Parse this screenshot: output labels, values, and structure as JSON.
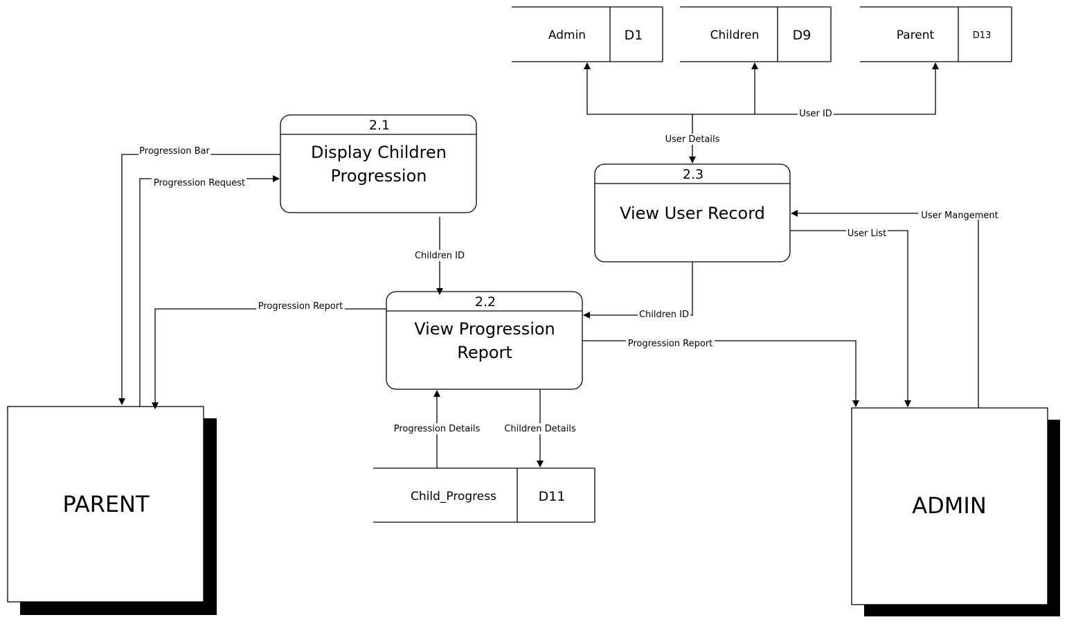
{
  "entities": {
    "parent": "PARENT",
    "admin": "ADMIN"
  },
  "processes": {
    "p21": {
      "num": "2.1",
      "title_line1": "Display Children",
      "title_line2": "Progression"
    },
    "p22": {
      "num": "2.2",
      "title_line1": "View Progression",
      "title_line2": "Report"
    },
    "p23": {
      "num": "2.3",
      "title_line1": "View User Record"
    }
  },
  "stores": {
    "admin": {
      "name": "Admin",
      "id": "D1"
    },
    "children": {
      "name": "Children",
      "id": "D9"
    },
    "parent": {
      "name": "Parent",
      "id": "D13"
    },
    "child_progress": {
      "name": "Child_Progress",
      "id": "D11"
    }
  },
  "flows": {
    "progression_bar": "Progression Bar",
    "progression_request": "Progression Request",
    "children_id_21_22": "Children ID",
    "progression_report_to_parent": "Progression Report",
    "user_id": "User ID",
    "user_details": "User Details",
    "user_management": "User Mangement",
    "user_list": "User List",
    "children_id_23_22": "Children ID",
    "progression_report_to_admin": "Progression Report",
    "progression_details": "Progression Details",
    "children_details": "Children Details"
  }
}
